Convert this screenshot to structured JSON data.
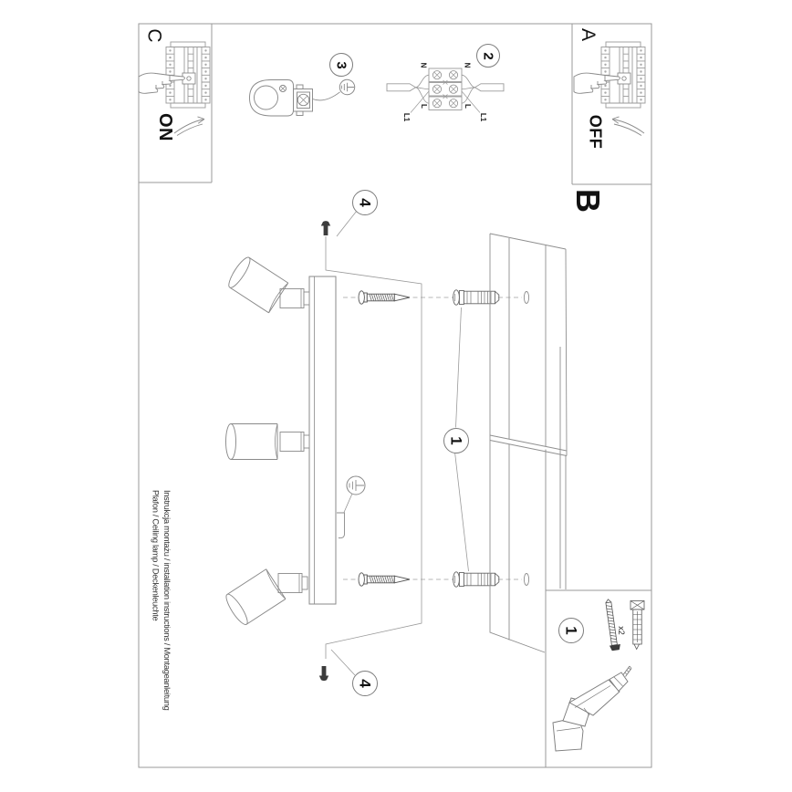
{
  "colors": {
    "line": "#8f8f8f",
    "dark": "#3c3c3c",
    "text": "#111111",
    "bg": "#ffffff"
  },
  "panel_c": {
    "letter": "C",
    "state_label": "ON"
  },
  "panel_a": {
    "letter": "A",
    "state_label": "OFF"
  },
  "section_b": {
    "letter": "B"
  },
  "step_circles": {
    "step1": "1",
    "step2": "2",
    "step3": "3",
    "step4": "4"
  },
  "wiring_labels": {
    "n_left": "N",
    "n_right": "N",
    "l_left": "L",
    "l_right": "L",
    "l1_left": "L1",
    "l1_right": "L1"
  },
  "parts": {
    "circle": "1",
    "anchor_qty": "x2"
  },
  "footer": {
    "title_line": "Instrukcja montażu / installation instructions / Montageanleitung",
    "product_line": "Plafon / Ceiling lamp / Deckenleuchte"
  }
}
